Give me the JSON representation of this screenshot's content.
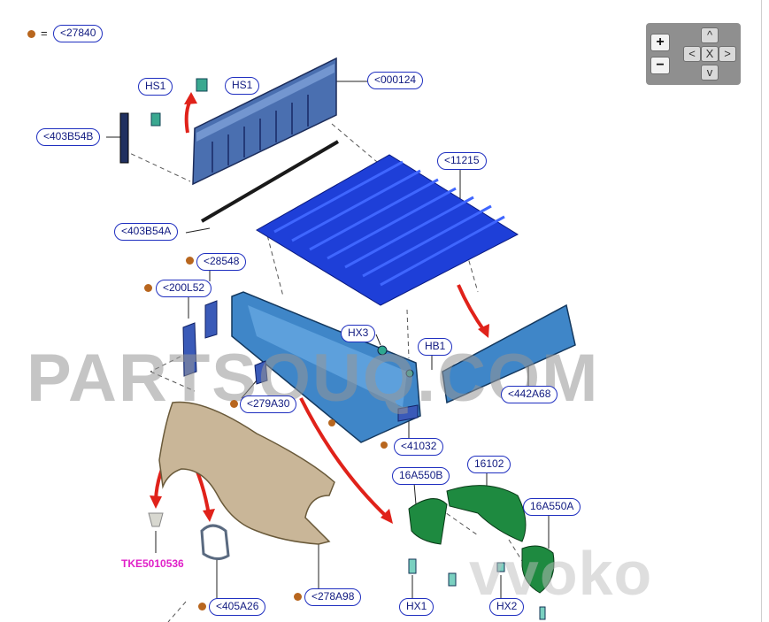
{
  "legend": {
    "equals": "=",
    "code": "<27840"
  },
  "callouts": {
    "hs1_a": "HS1",
    "hs1_b": "HS1",
    "p000124": "<000124",
    "p403b54b": "<403B54B",
    "p11215": "<11215",
    "p403b54a": "<403B54A",
    "p28548": "<28548",
    "p200l52": "<200L52",
    "hx3": "HX3",
    "hb1": "HB1",
    "p442a68": "<442A68",
    "p279a30": "<279A30",
    "p41032": "<41032",
    "p16a550b": "16A550B",
    "p16102": "16102",
    "p16a550a": "16A550A",
    "p405a26": "<405A26",
    "p278a98": "<278A98",
    "hx1": "HX1",
    "hx2": "HX2"
  },
  "tke_code": "TKE5010536",
  "watermarks": {
    "main": "PARTSOUQ.COM",
    "bottom": "vvoko"
  },
  "nav": {
    "zoom_in": "+",
    "zoom_out": "−",
    "up": "^",
    "down": "v",
    "left": "<",
    "right": ">",
    "reset": "X"
  },
  "colors": {
    "callout_border": "#1f2fc0",
    "dot": "#b8661e",
    "frame_blue": "#1e3fd8",
    "panel_steel": "#4a6fb0",
    "bed_side": "#3f86c8",
    "fender": "#c9b698",
    "liner_green": "#1e8a40",
    "arrow_red": "#e0221a",
    "tke_magenta": "#e020c8"
  }
}
